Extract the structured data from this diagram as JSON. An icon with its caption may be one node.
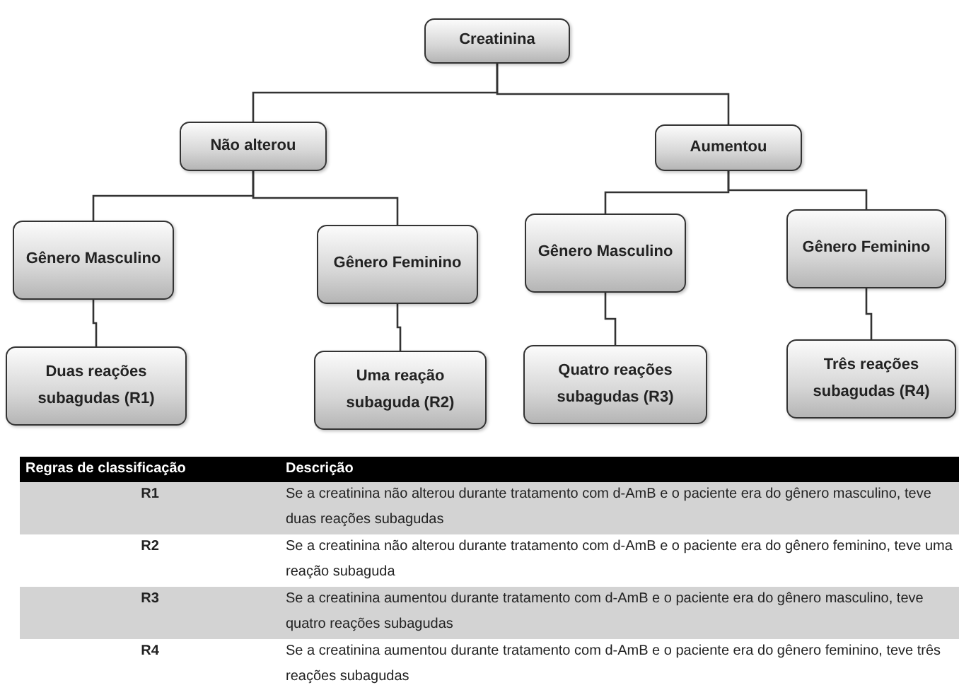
{
  "diagram": {
    "nodes": [
      {
        "text": [
          "Creatinina"
        ]
      },
      {
        "text": [
          "Não alterou"
        ]
      },
      {
        "text": [
          "Aumentou"
        ]
      },
      {
        "text": [
          "Gênero Masculino"
        ]
      },
      {
        "text": [
          "Gênero Feminino"
        ]
      },
      {
        "text": [
          "Gênero Masculino"
        ]
      },
      {
        "text": [
          "Gênero Feminino"
        ]
      },
      {
        "text": [
          "Duas reações subagudas (R1)"
        ]
      },
      {
        "text": [
          "Uma reação subaguda (R2)"
        ]
      },
      {
        "text": [
          "Quatro reações subagudas (R3)"
        ]
      },
      {
        "text": [
          "Três reações subagudas (R4)"
        ]
      }
    ],
    "edges": [
      {
        "from": 0,
        "to": 1,
        "arrow": "none"
      },
      {
        "from": 0,
        "to": 2,
        "arrow": "none"
      },
      {
        "from": 1,
        "to": 3,
        "arrow": "none"
      },
      {
        "from": 1,
        "to": 4,
        "arrow": "none"
      },
      {
        "from": 2,
        "to": 5,
        "arrow": "none"
      },
      {
        "from": 2,
        "to": 6,
        "arrow": "none"
      },
      {
        "from": 3,
        "to": 7,
        "arrow": "none"
      },
      {
        "from": 4,
        "to": 8,
        "arrow": "none"
      },
      {
        "from": 5,
        "to": 9,
        "arrow": "none"
      },
      {
        "from": 6,
        "to": 10,
        "arrow": "none"
      }
    ],
    "labels": [
      "Regras de classificação",
      "Descrição",
      "R1",
      "Se a creatinina não alterou durante tratamento com d-AmB e o paciente era do gênero masculino, teve duas reações subagudas",
      "R2",
      "Se a creatinina não alterou durante tratamento com d-AmB e o paciente era do gênero feminino, teve uma reação subaguda",
      "R3",
      "Se a creatinina aumentou durante tratamento com d-AmB e o paciente era do gênero masculino, teve quatro reações subagudas",
      "R4",
      "Se a creatinina aumentou durante tratamento com d-AmB e o paciente era do gênero feminino, teve três reações subagudas"
    ]
  }
}
